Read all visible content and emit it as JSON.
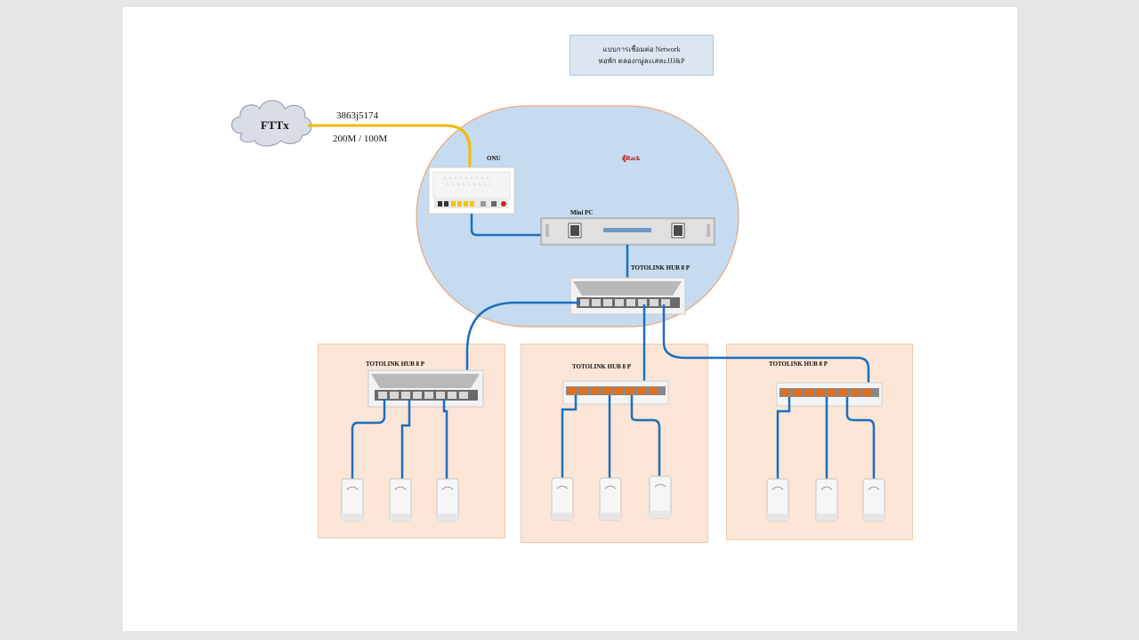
{
  "diagram": {
    "title_line1": "แบบการเชื่อมต่อ Network",
    "title_line2": "หอพัก ตลองกษู่ละเสละJJJ&P",
    "cloud_label": "FTTx",
    "link_id": "3863j5174",
    "link_speed": "200M / 100M",
    "onu_label": "ONU",
    "rack_label": "ตู้Rack",
    "minipc_label": "Mini PC",
    "hub_main_label": "TOTOLINK HUB 8 P",
    "zones": [
      {
        "hub_label": "TOTOLINK HUB 8 P"
      },
      {
        "hub_label": "TOTOLINK HUB 8 P"
      },
      {
        "hub_label": "TOTOLINK HUB 8 P"
      }
    ]
  },
  "colors": {
    "fiber": "#f5b800",
    "ethernet": "#1a6fc0",
    "rack_fill": "#c6dbef",
    "rack_border": "#e8a87c",
    "zone_fill": "#fbe5d6"
  },
  "icons": [
    "cloud-icon",
    "onu-router-icon",
    "mini-pc-rack-icon",
    "switch-hub-icon",
    "access-point-icon"
  ]
}
